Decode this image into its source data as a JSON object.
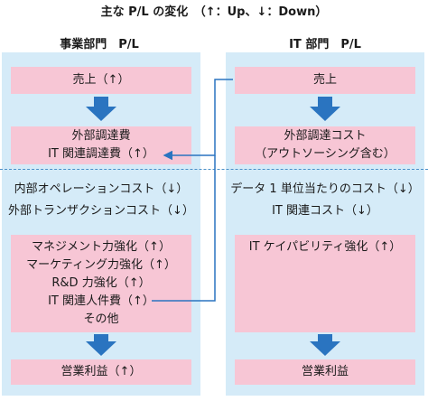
{
  "title": "主な P/L の変化　（↑：Up、↓：Down）",
  "left": {
    "header": "事業部門　P/L",
    "sales": "売上（↑）",
    "external": [
      "外部調達費",
      "IT 関連調達費（↑）"
    ],
    "ops": [
      "内部オペレーションコスト（↓）",
      "外部トランザクションコスト（↓）"
    ],
    "strengths": [
      "マネジメント力強化（↑）",
      "マーケティング力強化（↑）",
      "R&D 力強化（↑）",
      "IT 関連人件費（↑）",
      "その他"
    ],
    "profit": "営業利益（↑）"
  },
  "right": {
    "header": "IT 部門　P/L",
    "sales": "売上",
    "external": [
      "外部調達コスト",
      "（アウトソーシング含む）"
    ],
    "ops": [
      "データ 1 単位当たりのコスト（↓）",
      "IT 関連コスト（↓）"
    ],
    "strengths": [
      "IT ケイパビリティ強化（↑）"
    ],
    "profit": "営業利益"
  },
  "colors": {
    "panel": "#d5ebf8",
    "box": "#f7c6d5",
    "arrow": "#2a74c0",
    "connector": "#2a74c0",
    "divider": "#4a90c8"
  }
}
